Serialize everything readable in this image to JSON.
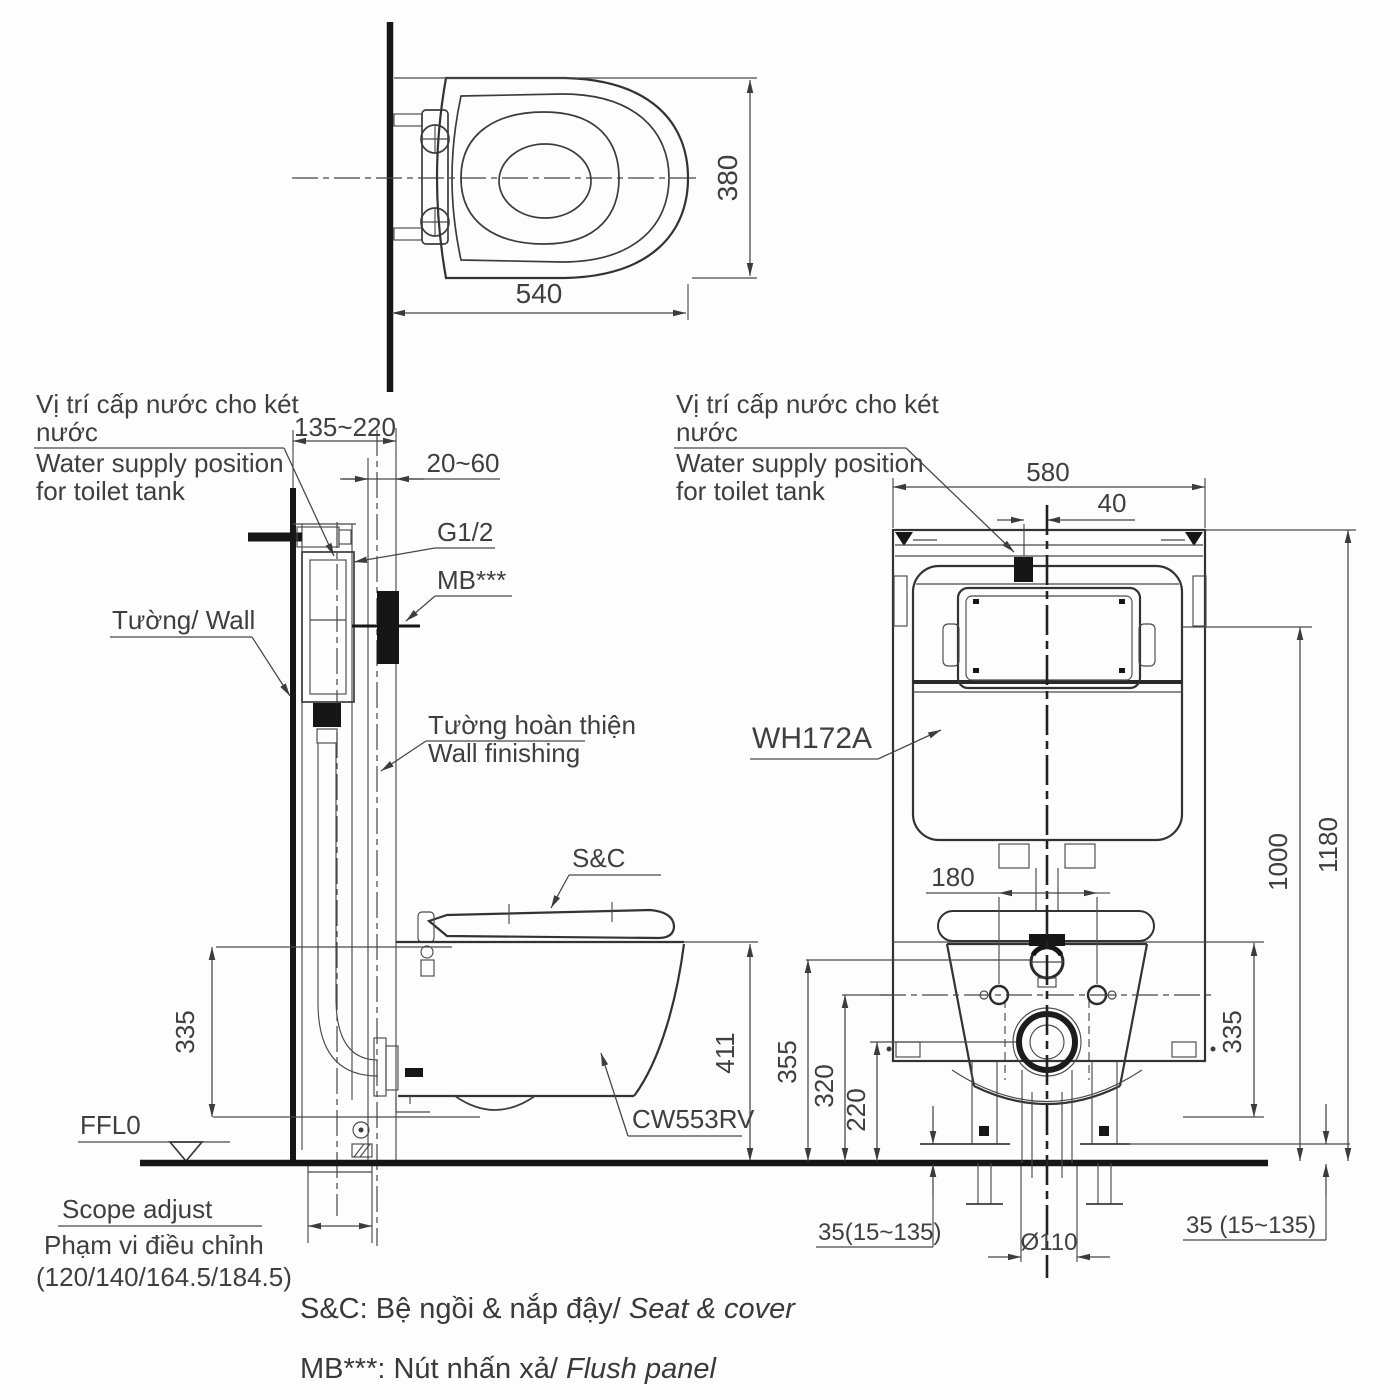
{
  "colors": {
    "line": "#3c3c3c",
    "heavy": "#161616",
    "text": "#3f3f3f",
    "background": "#ffffff"
  },
  "top_view": {
    "dim_width": "540",
    "dim_depth": "380"
  },
  "shared": {
    "supply_vi1": "Vị trí cấp nước cho két",
    "supply_vi2": "nước",
    "supply_en1": "Water supply position",
    "supply_en2": "for toilet tank"
  },
  "side_view": {
    "dim_offset": "135~220",
    "dim_finish": "20~60",
    "fitting": "G1/2",
    "flush_panel": "MB***",
    "wall": "Tường/ Wall",
    "finish_vi": "Tường hoàn thiện",
    "finish_en": "Wall finishing",
    "seat_label": "S&C",
    "dim_335": "335",
    "dim_411": "411",
    "bowl_model": "CW553RV",
    "floor_level": "FFL0",
    "scope_en": "Scope adjust",
    "scope_vi": "Phạm vi điều chỉnh",
    "scope_values": "(120/140/164.5/184.5)"
  },
  "front_view": {
    "frame_model": "WH172A",
    "dim_width": "580",
    "dim_supply_offset": "40",
    "dim_bolt_spacing": "180",
    "dim_1180": "1180",
    "dim_1000": "1000",
    "dim_335": "335",
    "dim_355": "355",
    "dim_320": "320",
    "dim_220": "220",
    "dim_floor_left": "35(15~135)",
    "dim_floor_right": "35 (15~135)",
    "dim_drain": "Ø110"
  },
  "legend": {
    "seat_prefix": "S&C: Bệ ngồi & nắp đậy/ ",
    "seat_italic": "Seat & cover",
    "flush_prefix": "MB***: Nút nhấn xả/ ",
    "flush_italic": "Flush panel"
  }
}
